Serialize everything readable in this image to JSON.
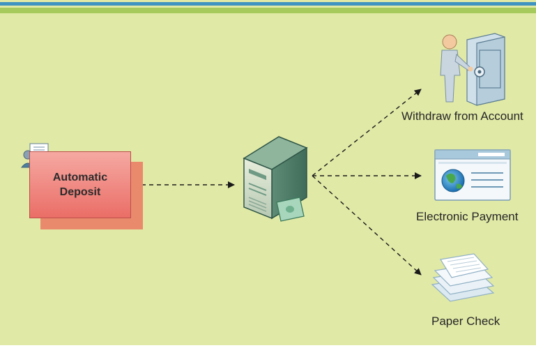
{
  "source": {
    "line1": "Automatic",
    "line2": "Deposit"
  },
  "outputs": [
    {
      "label": "Withdraw from Account",
      "icon": "person-at-safe-icon"
    },
    {
      "label": "Electronic Payment",
      "icon": "browser-window-globe-icon"
    },
    {
      "label": "Paper Check",
      "icon": "paper-stack-icon"
    }
  ],
  "center": {
    "icon": "server-with-money-icon"
  },
  "colors": {
    "background": "#e1e9a6",
    "top_bar_blue": "#3e93c1",
    "top_bar_green": "#a6ca5b",
    "deposit_fill": "#ea6e67",
    "deposit_shadow": "#ea8a6d"
  }
}
